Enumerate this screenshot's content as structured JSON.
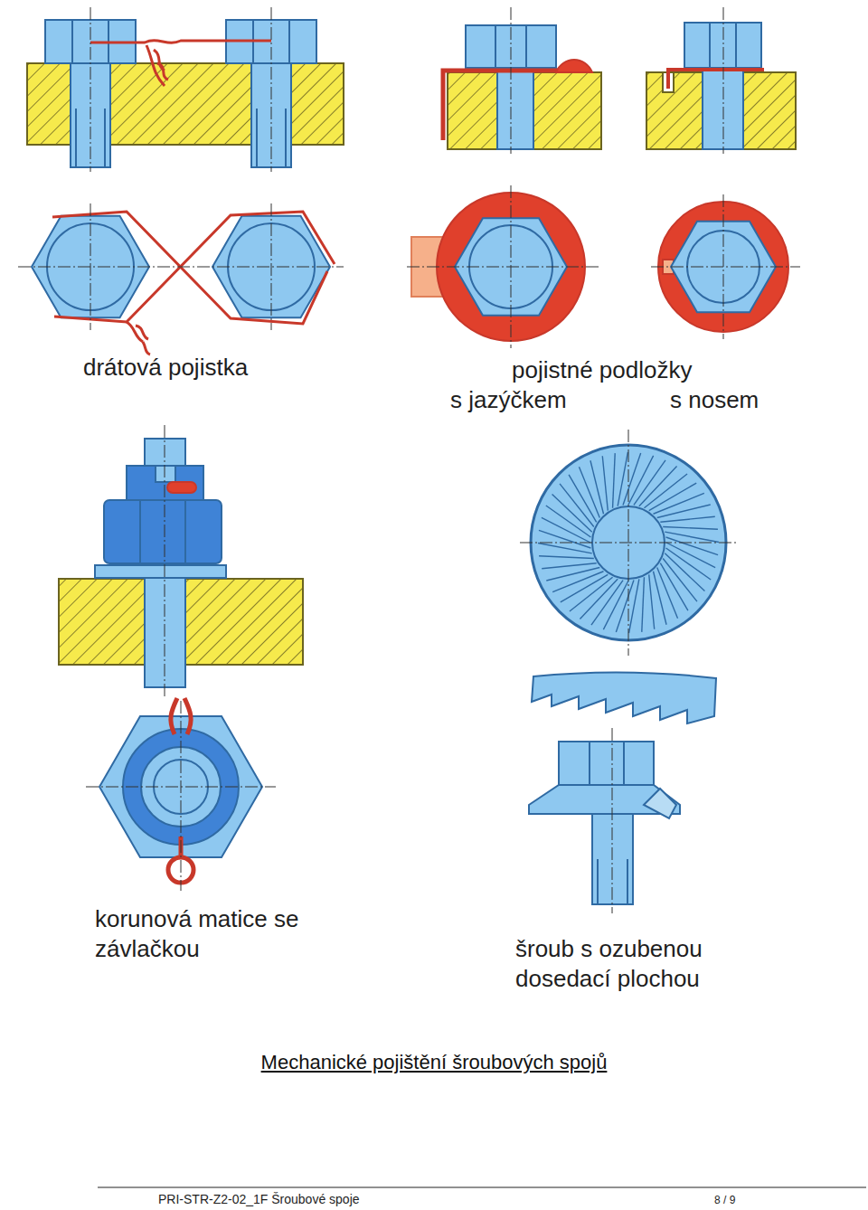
{
  "diagram": {
    "title": "Mechanické pojištění šroubových spojů",
    "labels": [
      "drátová pojistka",
      "pojistné podložky",
      "s jazýčkem",
      "s nosem",
      "korunová matice se závlačkou",
      "šroub s ozubenou dosedací plochou",
      "PRI-STR-Z2-02_1F Šroubové spoje",
      "8 / 9"
    ]
  }
}
